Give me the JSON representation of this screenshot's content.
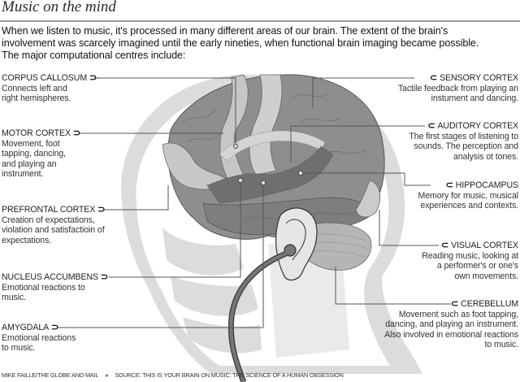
{
  "title": "Music on the mind",
  "intro": "When we listen to music, it's processed in many different areas of our brain. The extent of the brain's involvement was scarcely imagined until the early nineties, when functional brain imaging became possible. The major computational centres include:",
  "regions_left": [
    {
      "name": "CORPUS CALLOSUM",
      "desc": "Connects left and right hemispheres."
    },
    {
      "name": "MOTOR CORTEX",
      "desc": "Movement, foot tapping, dancing, and playing an instrument."
    },
    {
      "name": "PREFRONTAL CORTEX",
      "desc": "Creation of expectations, violation and satisfactioin of expectations."
    },
    {
      "name": "NUCLEUS ACCUMBENS",
      "desc": "Emotional reactions to music."
    },
    {
      "name": "AMYGDALA",
      "desc": "Emotional reactions to music."
    }
  ],
  "regions_right": [
    {
      "name": "SENSORY CORTEX",
      "desc": "Tactile feedback from playing an instument and dancing."
    },
    {
      "name": "AUDITORY CORTEX",
      "desc": "The first stages of listening to sounds. The perception and analysis ot tones."
    },
    {
      "name": "HIPPOCAMPUS",
      "desc": "Memory for music, musical experiences and contexts."
    },
    {
      "name": "VISUAL CORTEX",
      "desc": "Reading music, looking at a performer's or one's own movements."
    },
    {
      "name": "CEREBELLUM",
      "desc": "Movement such as foot tapping, dancing, and playing an instrument. Also involved in emotional reactions to music."
    }
  ],
  "hook_left": "⊃",
  "hook_right": "⊂",
  "footer": {
    "credit": "MIKE FAILLE/THE GLOBE AND MAIL",
    "separator": "»",
    "source": "SOURCE: THIS IS YOUR BRAIN ON MUSIC: THE SCIENCE OF A HUMAN OBSESSION"
  },
  "colors": {
    "head": "#d9d9d9",
    "brain": "#8c8c8c",
    "brain_light": "#c6c6c6",
    "brain_dark": "#6e6e6e",
    "leader": "#555555"
  }
}
